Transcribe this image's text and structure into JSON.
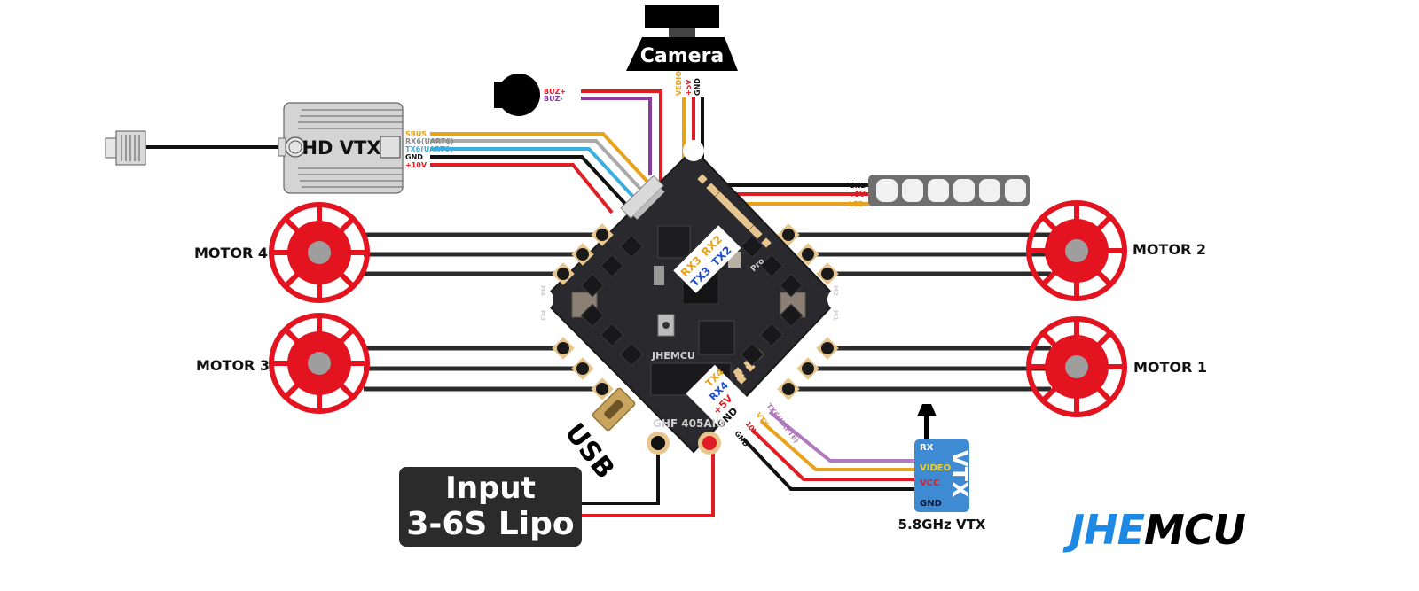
{
  "title": "JHEMCU GHF405AIO wiring diagram",
  "colors": {
    "red": "#e01c24",
    "black": "#111111",
    "orange": "#e8a21b",
    "grey": "#a9a9a9",
    "cyan": "#3aaee0",
    "purple": "#8a3c9c",
    "lavender": "#b07abc",
    "motor_red": "#e3131f",
    "vtx_blue": "#3f8bd3",
    "brand_blue": "#1e88e5",
    "board": "#2a2a2e",
    "pad": "#e8c58c"
  },
  "camera": {
    "label": "Camera",
    "pins": [
      "VEDIO",
      "+5V",
      "GND"
    ]
  },
  "buzzer": {
    "pins": [
      "BUZ+",
      "BUZ-"
    ]
  },
  "hd_vtx": {
    "label": "HD VTX",
    "pins": [
      "SBUS",
      "RX6(UART6)",
      "TX6(UART6)",
      "GND",
      "+10V"
    ]
  },
  "led_strip": {
    "pins": [
      "GND",
      "+5V",
      "LED"
    ],
    "led_count": 6
  },
  "motors": [
    {
      "id": "m4",
      "label": "MOTOR 4"
    },
    {
      "id": "m3",
      "label": "MOTOR 3"
    },
    {
      "id": "m2",
      "label": "MOTOR 2"
    },
    {
      "id": "m1",
      "label": "MOTOR 1"
    }
  ],
  "board": {
    "brand_print": "JHEMCU",
    "model_print": "GHF 405AIO",
    "pro_print": "Pro",
    "motor_prints": [
      "M4",
      "M3",
      "M2",
      "M1"
    ],
    "uart_top": {
      "rx3": "RX3",
      "rx2": "RX2",
      "tx3": "TX3",
      "tx2": "TX2"
    },
    "uart_bottom": {
      "tx4": "TX4",
      "rx4": "RX4",
      "v5": "+5V",
      "gnd": "GND"
    },
    "bottom_pins": [
      "TX6(UART6)",
      "VTX",
      "10V",
      "GND"
    ],
    "power_pads": [
      "-",
      "+"
    ]
  },
  "usb": {
    "label": "USB"
  },
  "battery": {
    "line1": "Input",
    "line2": "3-6S Lipo"
  },
  "analog_vtx": {
    "label": "VTX",
    "caption": "5.8GHz VTX",
    "pins": [
      "RX",
      "VIDEO",
      "VCC",
      "GND"
    ]
  },
  "logo": {
    "part1": "JHE",
    "part2": "MCU"
  }
}
